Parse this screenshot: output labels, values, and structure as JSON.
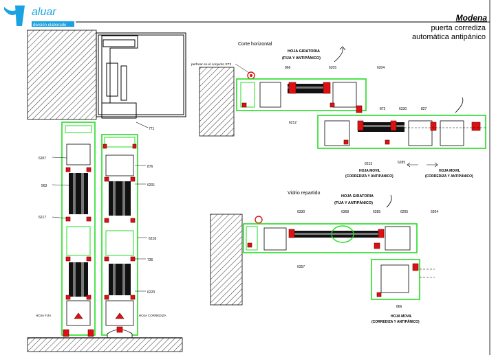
{
  "brand": {
    "logo_text": "aluar",
    "logo_sub": "división elaborado",
    "color": "#1aa3e0"
  },
  "title": {
    "series": "Modena",
    "line1": "puerta corrediza",
    "line2": "automática antipánico"
  },
  "sections": {
    "horizontal": "Corte horizontal",
    "divided": "Vidrio repartido"
  },
  "labels": {
    "fixed_leaf": "HOJA GIRATORIA",
    "fixed_leaf_sub": "(FIJA Y ANTIPÁNICO)",
    "mobile_leaf": "HOJA MOVIL",
    "mobile_leaf_sub": "(CORREDIZA Y ANTIPÁNICO)",
    "pivot_note": "perforar en el conjunto ST2",
    "fixed_bottom": "HOJA FIJA",
    "sliding_bottom": "HOJA CORREDIZA"
  },
  "codes": {
    "c771": "771",
    "c6207": "6207",
    "c876": "876",
    "c563": "563",
    "c6201": "6201",
    "c6217": "6217",
    "c6218": "6218",
    "c736": "736",
    "c6220": "6220",
    "c6212": "6212",
    "c6205": "6205",
    "c6204": "6204",
    "c866": "866",
    "c872": "872",
    "c6330": "6330",
    "c827": "827",
    "c6213": "6213",
    "c6285": "6285",
    "c6368": "6368",
    "c6357": "6357"
  }
}
